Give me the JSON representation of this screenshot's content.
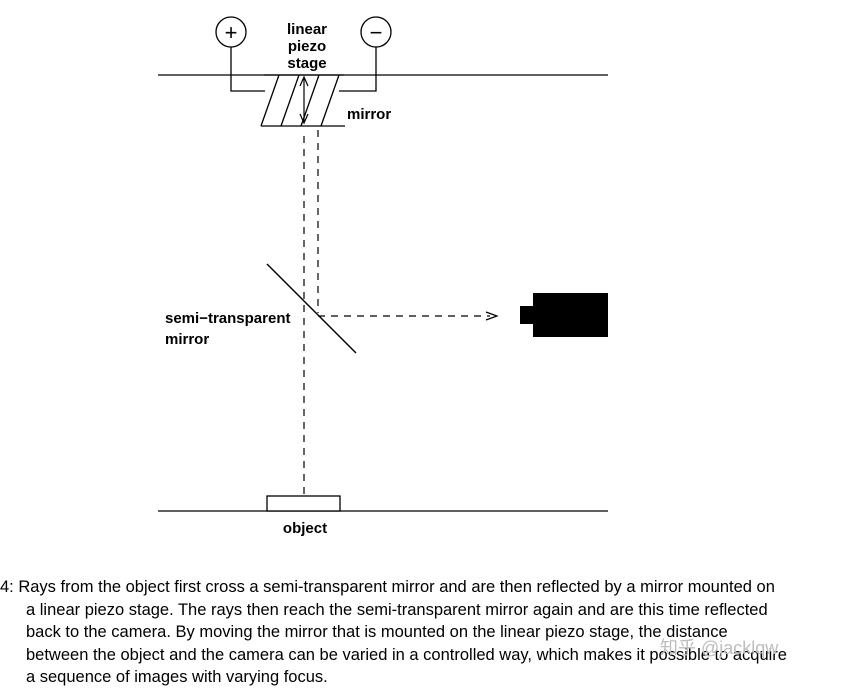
{
  "labels": {
    "stage_line1": "linear",
    "stage_line2": "piezo",
    "stage_line3": "stage",
    "mirror": "mirror",
    "semi_line1": "semi−transparent",
    "semi_line2": "mirror",
    "object": "object",
    "plus": "+",
    "minus": "−"
  },
  "caption": {
    "lines": [
      "4: Rays from the object first cross a semi-transparent mirror and are then reflected by a mirror mounted on",
      "a linear piezo stage. The rays then reach the semi-transparent mirror again and are this time reflected",
      "back to the camera.  By moving the mirror that is mounted on the linear piezo stage, the distance",
      "between the object and the camera can be varied in a controlled way, which makes it possible to acquire",
      "a sequence of images with varying focus."
    ]
  },
  "watermark": "知乎 @jacklqw"
}
